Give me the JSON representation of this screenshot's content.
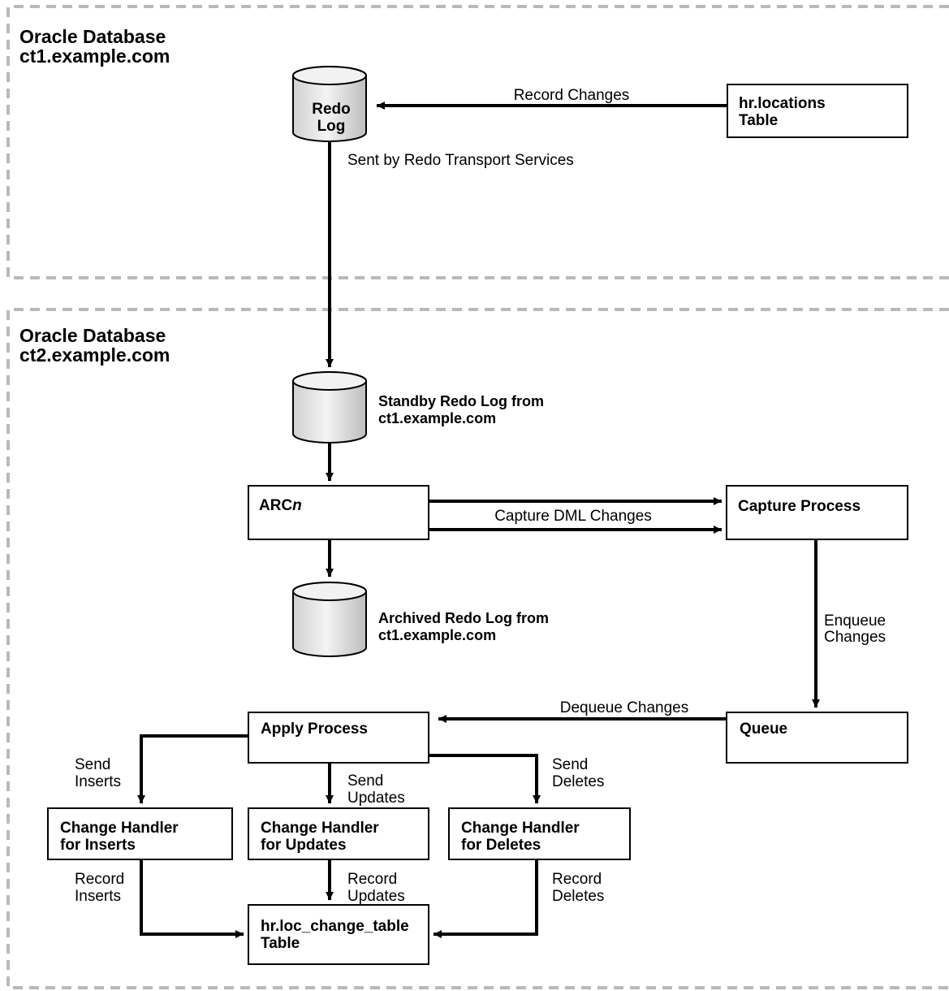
{
  "colors": {
    "border_dash": "#b9b9b9",
    "stroke": "#000000",
    "box_fill": "#ffffff",
    "cylinder_fill": "#e6e6e6"
  },
  "regions": {
    "source": {
      "title_line1": "Oracle Database",
      "title_line2": "ct1.example.com"
    },
    "target": {
      "title_line1": "Oracle Database",
      "title_line2": "ct2.example.com"
    }
  },
  "components": {
    "redo_log": {
      "line1": "Redo",
      "line2": "Log"
    },
    "hr_locations": {
      "line1": "hr.locations",
      "line2": "Table"
    },
    "standby_redo_log": {
      "line1": "Standby Redo Log from",
      "line2": "ct1.example.com"
    },
    "arcn": {
      "prefix": "ARC",
      "suffix": "n"
    },
    "capture_process": {
      "label": "Capture Process"
    },
    "archived_redo_log": {
      "line1": "Archived Redo Log from",
      "line2": "ct1.example.com"
    },
    "queue": {
      "label": "Queue"
    },
    "apply_process": {
      "label": "Apply Process"
    },
    "handler_inserts": {
      "line1": "Change Handler",
      "line2": "for Inserts"
    },
    "handler_updates": {
      "line1": "Change Handler",
      "line2": "for Updates"
    },
    "handler_deletes": {
      "line1": "Change Handler",
      "line2": "for Deletes"
    },
    "loc_change_table": {
      "line1": "hr.loc_change_table",
      "line2": "Table"
    }
  },
  "flows": {
    "record_changes": "Record Changes",
    "sent_by_redo_transport": "Sent by Redo Transport Services",
    "capture_dml": "Capture DML Changes",
    "enqueue": {
      "line1": "Enqueue",
      "line2": "Changes"
    },
    "dequeue": "Dequeue Changes",
    "send_inserts": {
      "line1": "Send",
      "line2": "Inserts"
    },
    "send_updates": {
      "line1": "Send",
      "line2": "Updates"
    },
    "send_deletes": {
      "line1": "Send",
      "line2": "Deletes"
    },
    "record_inserts": {
      "line1": "Record",
      "line2": "Inserts"
    },
    "record_updates": {
      "line1": "Record",
      "line2": "Updates"
    },
    "record_deletes": {
      "line1": "Record",
      "line2": "Deletes"
    }
  }
}
